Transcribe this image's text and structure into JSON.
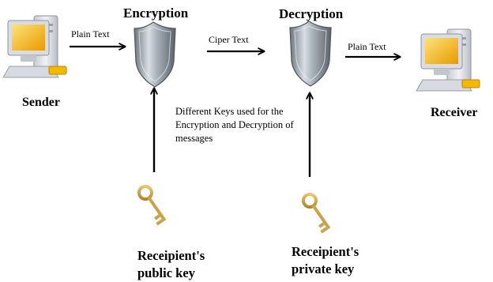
{
  "stages": {
    "encryption": "Encryption",
    "decryption": "Decryption"
  },
  "parties": {
    "sender": "Sender",
    "receiver": "Receiver"
  },
  "edges": {
    "sender_to_encryption": "Plain Text",
    "encryption_to_decryption": "Ciper Text",
    "decryption_to_receiver": "Plain Text"
  },
  "note": "Different Keys used for the Encryption and Decryption of messages",
  "keys": {
    "public": {
      "line1": "Receipient's",
      "line2": "public key"
    },
    "private": {
      "line1": "Receipient's",
      "line2": "private key"
    }
  },
  "icons": {
    "computer": "computer-icon",
    "shield": "shield-icon",
    "key": "key-icon"
  },
  "colors": {
    "shield": "#9aa3ad",
    "key": "#c9a24a",
    "monitor_screen": "#f4b800",
    "monitor_body": "#e3e5ea",
    "arrow": "#000000"
  }
}
